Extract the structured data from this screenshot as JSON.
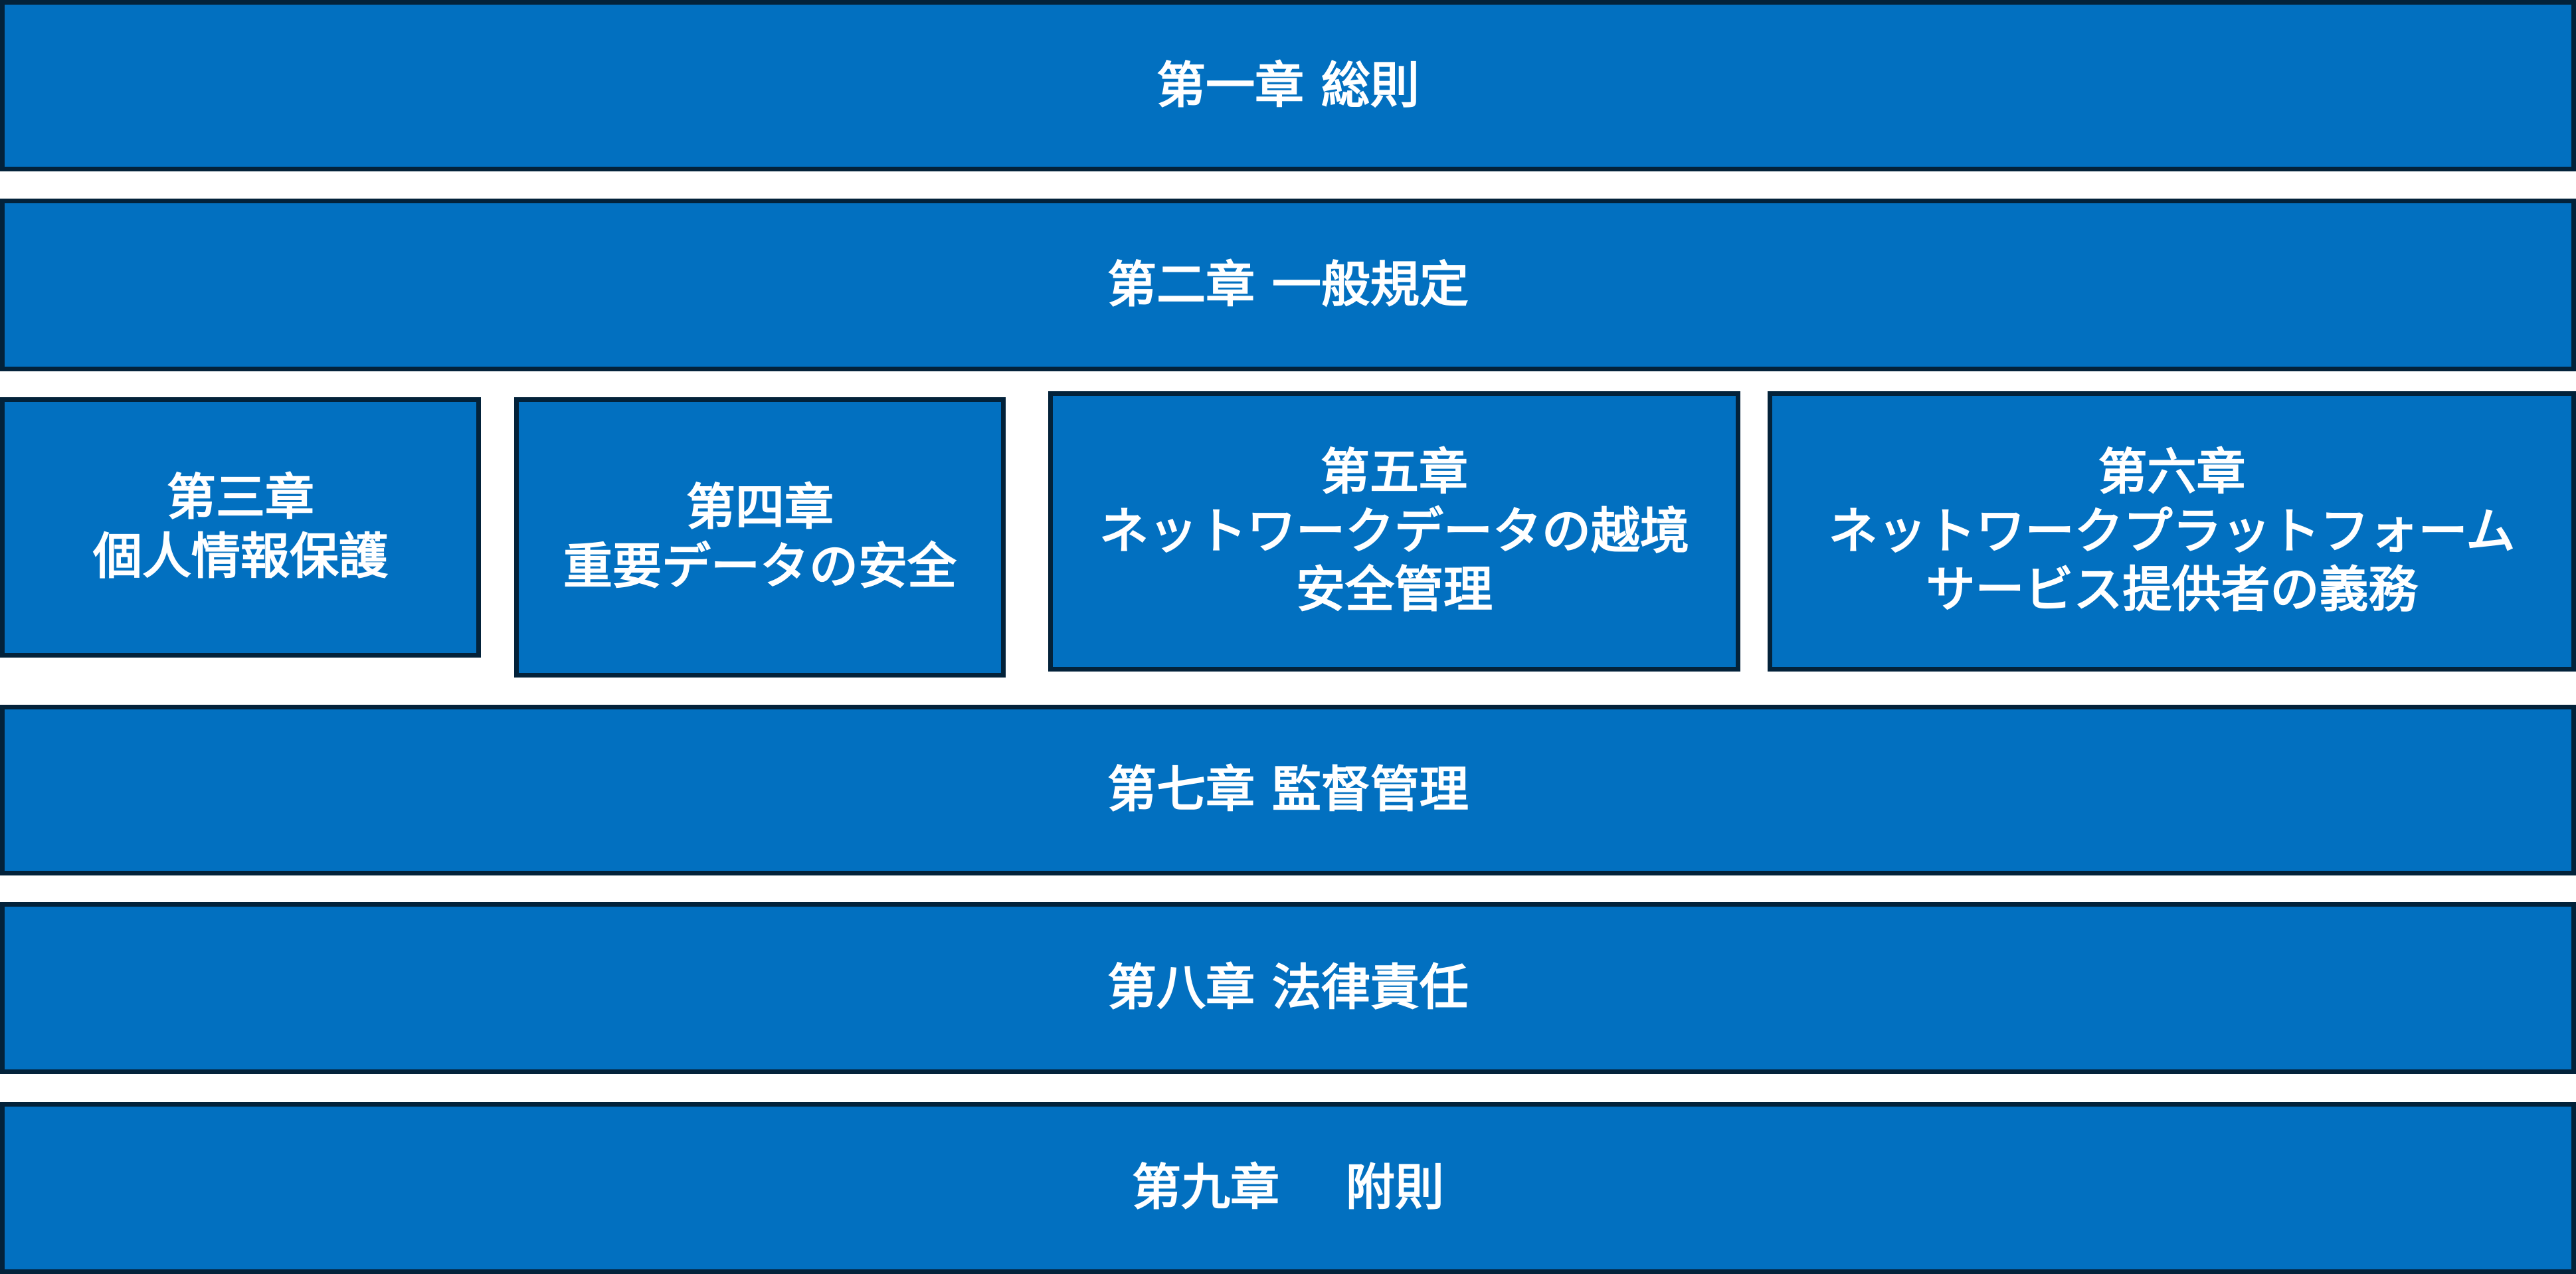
{
  "chapters": [
    {
      "lines": [
        "第一章 総則"
      ]
    },
    {
      "lines": [
        "第二章 一般規定"
      ]
    },
    {
      "lines": [
        "第三章",
        "個人情報保護"
      ]
    },
    {
      "lines": [
        "第四章",
        "重要データの安全"
      ]
    },
    {
      "lines": [
        "第五章",
        "ネットワークデータの越境",
        "安全管理"
      ]
    },
    {
      "lines": [
        "第六章",
        "ネットワークプラットフォーム",
        "サービス提供者の義務"
      ]
    },
    {
      "lines": [
        "第七章 監督管理"
      ]
    },
    {
      "lines": [
        "第八章 法律責任"
      ]
    },
    {
      "lines": [
        "第九章　 附則"
      ]
    }
  ],
  "colors": {
    "fill": "#0270c0",
    "border": "#03223a",
    "text": "#ffffff"
  }
}
